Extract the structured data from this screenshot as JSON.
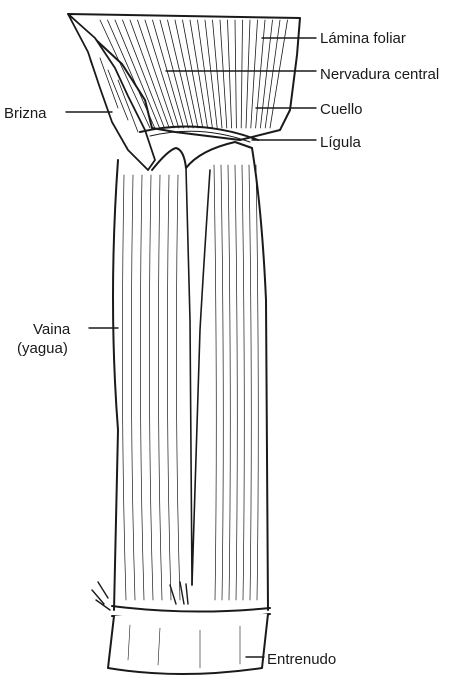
{
  "labels": {
    "lamina": "Lámina foliar",
    "nervadura": "Nervadura central",
    "cuello": "Cuello",
    "ligula": "Lígula",
    "brizna": "Brizna",
    "vaina": "Vaina",
    "vaina_alt": "(yagua)",
    "entrenudo": "Entrenudo"
  },
  "colors": {
    "ink": "#1a1a1a",
    "paper": "#ffffff"
  }
}
